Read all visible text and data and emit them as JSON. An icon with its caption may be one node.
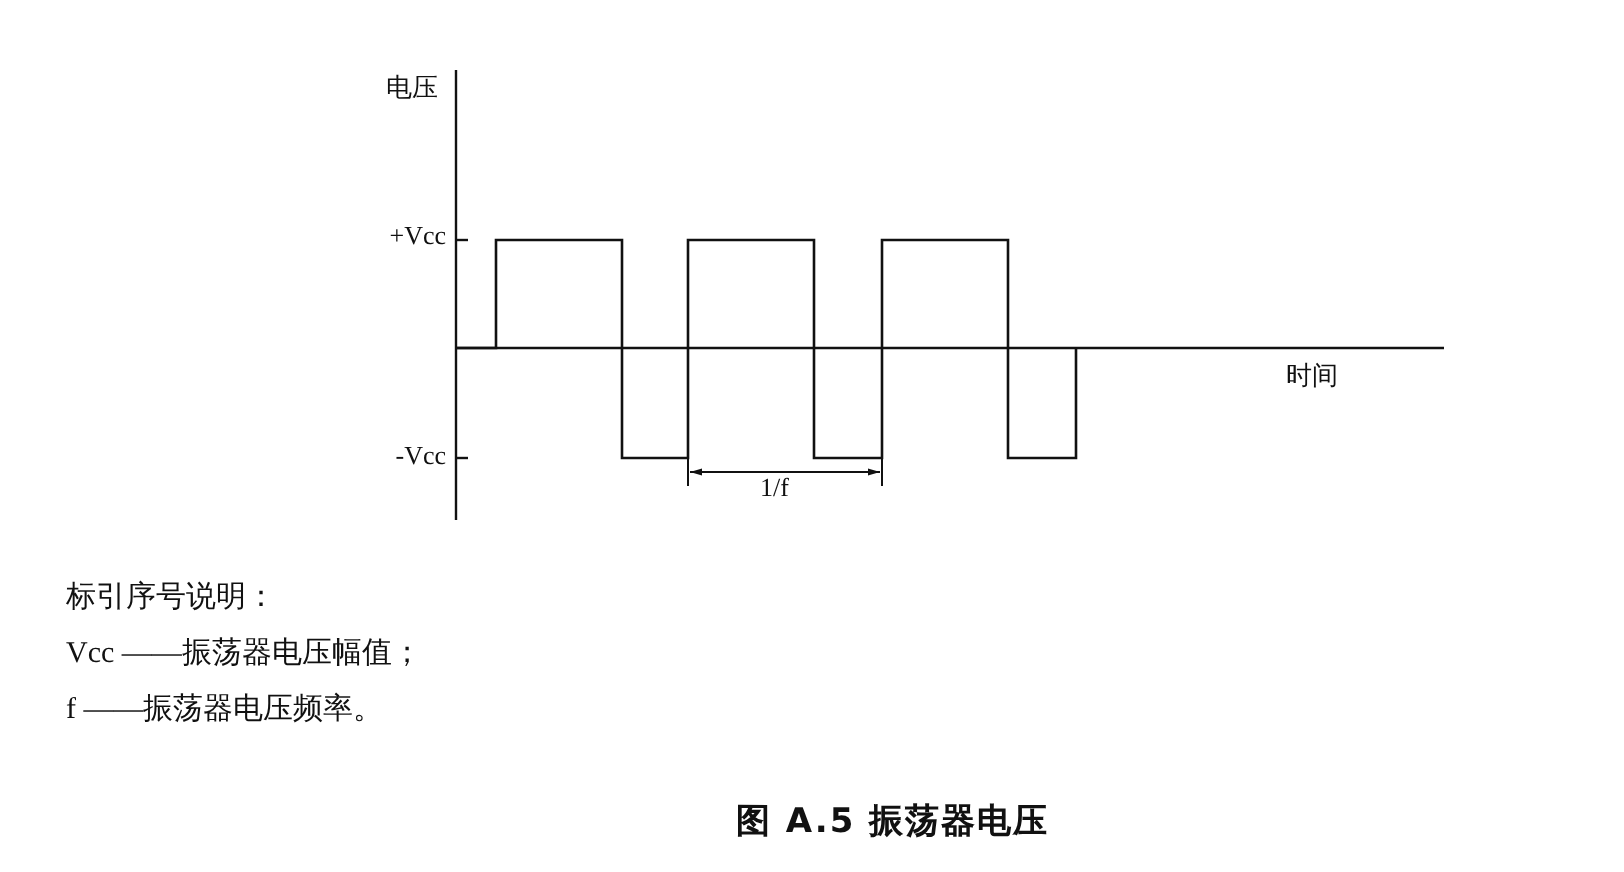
{
  "diagram": {
    "caption": "图 A.5 振荡器电压",
    "labels": [
      "电压",
      "+Vcc",
      "时间",
      "-Vcc",
      "1/f",
      "标引序号说明：",
      "Vcc ——振荡器电压幅值；",
      "f ——振荡器电压频率。"
    ]
  }
}
